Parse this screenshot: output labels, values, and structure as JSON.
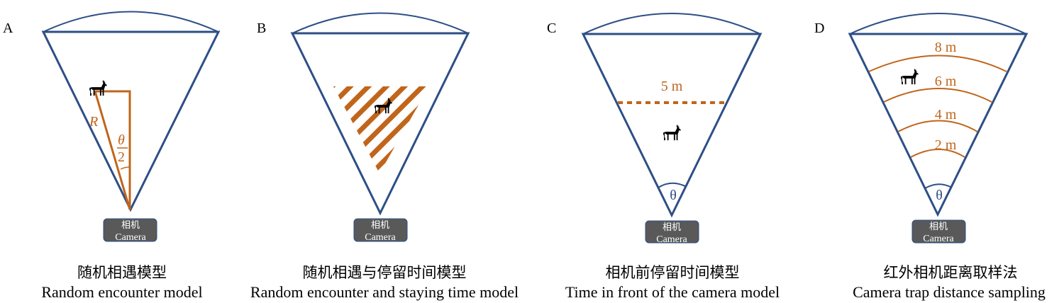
{
  "colors": {
    "fov_outline": "#2d4f86",
    "accent_orange": "#c0651a",
    "camera_box": "#595959",
    "animal": "#000000"
  },
  "panels": [
    {
      "letter": "A",
      "caption_cn": "随机相遇模型",
      "caption_en": "Random encounter model",
      "camera_cn": "相机",
      "camera_en": "Camera",
      "labels": {
        "radius": "R",
        "angle_num": "θ",
        "angle_den": "2"
      }
    },
    {
      "letter": "B",
      "caption_cn": "随机相遇与停留时间模型",
      "caption_en": "Random encounter and staying time model",
      "camera_cn": "相机",
      "camera_en": "Camera"
    },
    {
      "letter": "C",
      "caption_cn": "相机前停留时间模型",
      "caption_en": "Time in front of the camera model",
      "camera_cn": "相机",
      "camera_en": "Camera",
      "labels": {
        "distance": "5 m",
        "angle": "θ"
      }
    },
    {
      "letter": "D",
      "caption_cn": "红外相机距离取样法",
      "caption_en": "Camera trap distance sampling",
      "camera_cn": "相机",
      "camera_en": "Camera",
      "labels": {
        "angle": "θ",
        "bands": [
          "8 m",
          "6 m",
          "4 m",
          "2 m"
        ]
      }
    }
  ]
}
